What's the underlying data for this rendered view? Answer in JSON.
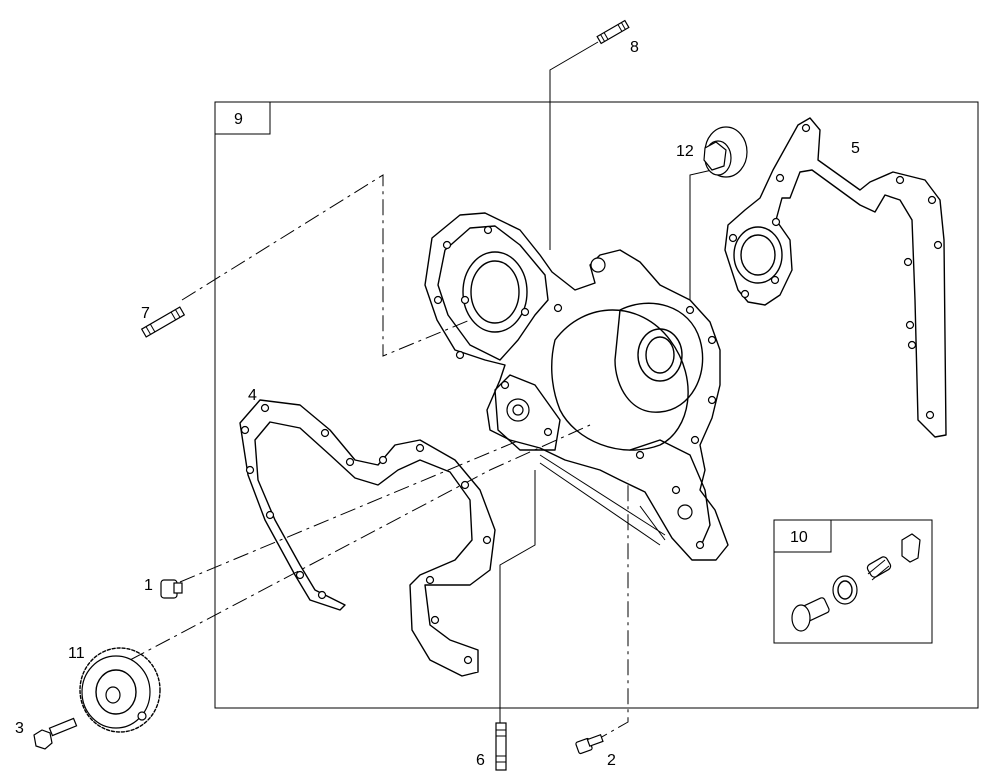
{
  "callouts": {
    "c1": "1",
    "c2": "2",
    "c3": "3",
    "c4": "4",
    "c5": "5",
    "c6": "6",
    "c7": "7",
    "c8": "8",
    "c9": "9",
    "c10": "10",
    "c11": "11",
    "c12": "12"
  },
  "icons": {
    "p1": "bolt-icon",
    "p2": "bolt-icon",
    "p3": "bolt-icon",
    "p4": "gasket-icon",
    "p5": "gasket-icon",
    "p6": "stud-icon",
    "p7": "stud-icon",
    "p8": "stud-icon",
    "p9": "timing-cover-icon",
    "p10": "valve-kit-icon",
    "p11": "gear-icon",
    "p12": "oil-seal-icon"
  }
}
